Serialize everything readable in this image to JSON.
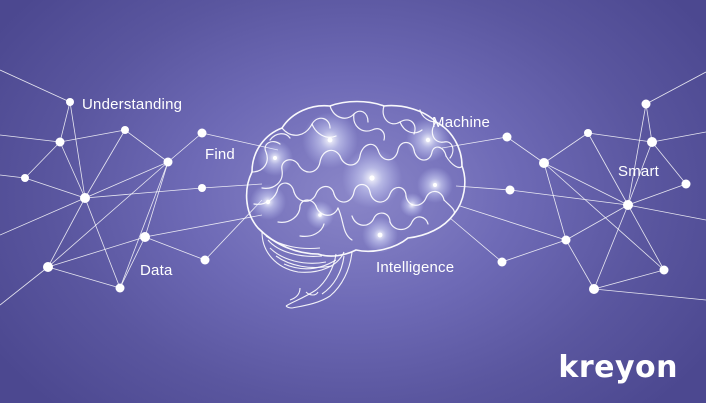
{
  "labels": {
    "understanding": "Understanding",
    "find": "Find",
    "data": "Data",
    "machine": "Machine",
    "smart": "Smart",
    "intelligence": "Intelligence"
  },
  "brand": {
    "name": "kreyon"
  },
  "colors": {
    "background": "#6e6ab6",
    "lines": "#ffffff",
    "glow": "#dfe4ff"
  }
}
